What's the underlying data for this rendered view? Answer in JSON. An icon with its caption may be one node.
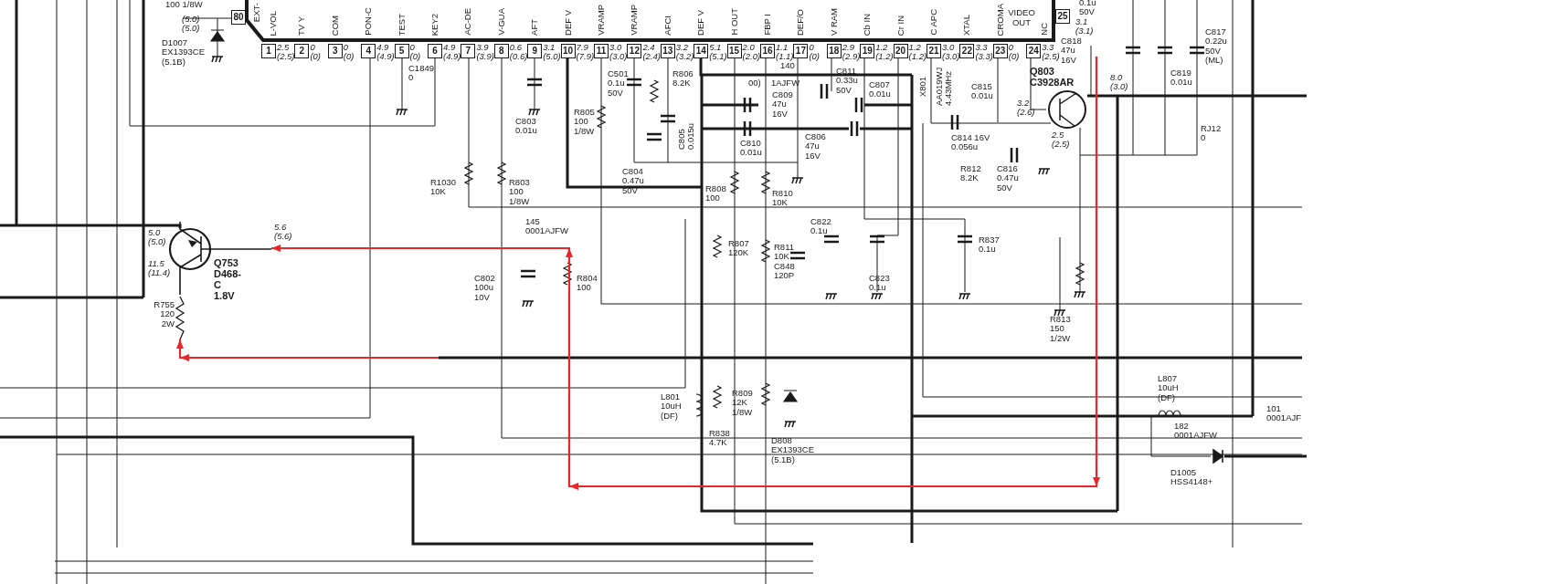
{
  "diagram": {
    "nodes": [
      {
        "text": [
          "EXT-",
          "L-VOL",
          "TV Y",
          "COM",
          "PON-C",
          "TEST",
          "KEY2",
          "AC-DE",
          "V-GUA",
          "AFT",
          "DEF V",
          "VRAMP",
          "VRAMP",
          "AFCI",
          "DEF V",
          "H OUT",
          "FBP I",
          "DEF/O",
          "V RAM",
          "Cb IN",
          "Cr IN",
          "C APC",
          "XTAL",
          "CROMA",
          "VIDEO OUT",
          "NC"
        ]
      },
      {
        "text": [
          "80"
        ]
      },
      {
        "text": [
          "1"
        ]
      },
      {
        "text": [
          "2"
        ]
      },
      {
        "text": [
          "3"
        ]
      },
      {
        "text": [
          "4"
        ]
      },
      {
        "text": [
          "5"
        ]
      },
      {
        "text": [
          "6"
        ]
      },
      {
        "text": [
          "7"
        ]
      },
      {
        "text": [
          "8"
        ]
      },
      {
        "text": [
          "9"
        ]
      },
      {
        "text": [
          "10"
        ]
      },
      {
        "text": [
          "11"
        ]
      },
      {
        "text": [
          "12"
        ]
      },
      {
        "text": [
          "13"
        ]
      },
      {
        "text": [
          "14"
        ]
      },
      {
        "text": [
          "15"
        ]
      },
      {
        "text": [
          "16"
        ]
      },
      {
        "text": [
          "17"
        ]
      },
      {
        "text": [
          "18"
        ]
      },
      {
        "text": [
          "19"
        ]
      },
      {
        "text": [
          "20"
        ]
      },
      {
        "text": [
          "21"
        ]
      },
      {
        "text": [
          "22"
        ]
      },
      {
        "text": [
          "23"
        ]
      },
      {
        "text": [
          "24"
        ]
      },
      {
        "text": [
          "25"
        ]
      },
      {
        "text": [
          "Q753 D468-C 1.8V"
        ],
        "beside": [
          "5.0 (5.0)",
          "5.6 (5.6)",
          "11.5 (11.4)"
        ]
      },
      {
        "text": [
          "R755 120 2W"
        ]
      }
    ],
    "edges": [
      {
        "from": null,
        "to": 27,
        "arrow": "to"
      },
      {
        "from": null,
        "to": 28,
        "arrow": "to"
      }
    ],
    "labels": [
      "100 1/8W",
      "0.1u 50V",
      "D1007 EX1393CE (5.1B)",
      "(5.0) (5.0)",
      "C818 47u 16V",
      "3.1 (3.1)",
      "C817 0.22u 50V (ML)",
      "2.5 (2.5)",
      "0 (0)",
      "0 (0)",
      "4.9 (4.9)",
      "0 (0)",
      "4.9 (4.9)",
      "3.9 (3.9)",
      "0.6 (0.6)",
      "3.1 (5.0)",
      "7.9 (7.9)",
      "3.0 (3.0)",
      "2.4 (2.4)",
      "3.2 (3.2)",
      "5.1 (5.1)",
      "2.0 (2.0)",
      "1.1 (1.1)",
      "0 (0)",
      "2.9 (2.9)",
      "1.2 (1.2)",
      "1.2 (1.2)",
      "3.0 (3.0)",
      "3.3 (3.3)",
      "0 (0)",
      "3.3 (2.5)",
      "C1849 0",
      "C501 0.1u 50V",
      "R806 8.2K",
      "00)",
      "1AJFW",
      "C809 47u 16V",
      "140",
      "C811 0.33u 50V",
      "C807 0.01u",
      "X801",
      "AA019WJ 4.43MHz",
      "C815 0.01u",
      "Q803 C3928AR",
      "8.0 (3.0)",
      "C819 0.01u",
      "C803 0.01u",
      "R805 100 1/8W",
      "C805 0.015u",
      "C810 0.01u",
      "C806 47u 16V",
      "C814 16V 0.056u",
      "3.2 (2.6)",
      "2.5 (2.5)",
      "RJ12 0",
      "R1030 10K",
      "R803 100 1/8W",
      "C804 0.47u 50V",
      "R808 100",
      "R810 10K",
      "R812 8.2K",
      "C816 0.47u 50V",
      "145 0001AJFW",
      "R807 120K",
      "R811 10K C848 120P",
      "C822 0.1u",
      "R837 0.1u",
      "C802 100u 10V",
      "R804 100",
      "C823 0.1u",
      "R813 150 1/2W",
      "L801 10uH (DF)",
      "R809 12K 1/8W",
      "L807 10uH (DF)",
      "101 0001AJF",
      "R838 4.7K",
      "D808 EX1393CE (5.1B)",
      "182 0001AJFW",
      "D1005 HSS4148+"
    ]
  }
}
